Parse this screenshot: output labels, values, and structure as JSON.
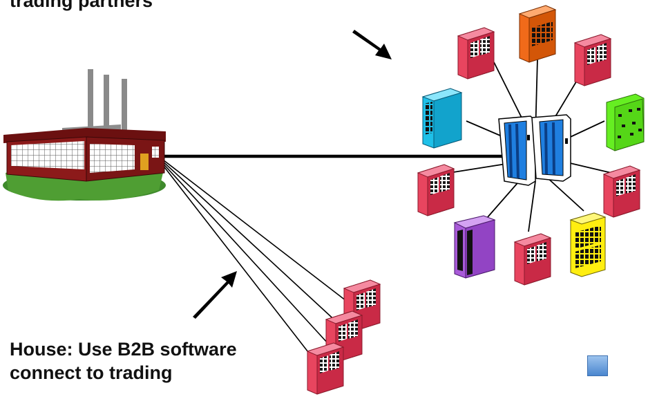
{
  "labels": {
    "top_text": "trading partners",
    "bottom_line1": "House: Use B2B software",
    "bottom_line2": "connect to trading"
  },
  "colors": {
    "partner_red": "#e8455f",
    "partner_orange": "#f06a1a",
    "partner_cyan": "#1ec0e8",
    "partner_green": "#66ee22",
    "partner_purple": "#a85ad8",
    "partner_yellow": "#ffee10",
    "hub_blue": "#1f7fe0",
    "factory_red": "#8c1a1a",
    "ground_green": "#3f8a2c",
    "button_blue": "#5b95d8"
  },
  "icons": [
    "factory-icon",
    "b2b-hub-server-icon",
    "partner-building-icon",
    "arrow-icon",
    "slide-nav-button"
  ]
}
